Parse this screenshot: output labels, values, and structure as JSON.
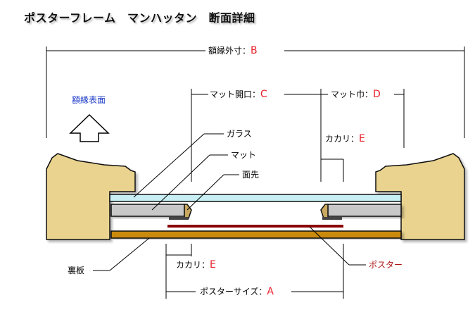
{
  "title": "ポスターフレーム　マンハッタン　断面詳細",
  "labels": {
    "frame_outer": "額縁外寸：",
    "frame_outer_code": "B",
    "frame_surface": "額縁表面",
    "mat_opening": "マット開口：",
    "mat_opening_code": "C",
    "mat_width": "マット巾：",
    "mat_width_code": "D",
    "kakari_upper": "カカリ：",
    "kakari_upper_code": "E",
    "glass": "ガラス",
    "mat": "マット",
    "bevel": "面先",
    "backboard": "裏板",
    "poster": "ポスター",
    "kakari_lower": "カカリ：",
    "kakari_lower_code": "E",
    "poster_size": "ポスターサイズ：",
    "poster_size_code": "A"
  },
  "colors": {
    "frame": "#e9d38f",
    "glass": "#c8f0f4",
    "mat": "#c8c8c8",
    "bevel": "#c9a860",
    "poster": "#8b0000",
    "backboard": "#c98a10",
    "code_red": "#e8202a",
    "surface_blue": "#1f3cc7"
  }
}
